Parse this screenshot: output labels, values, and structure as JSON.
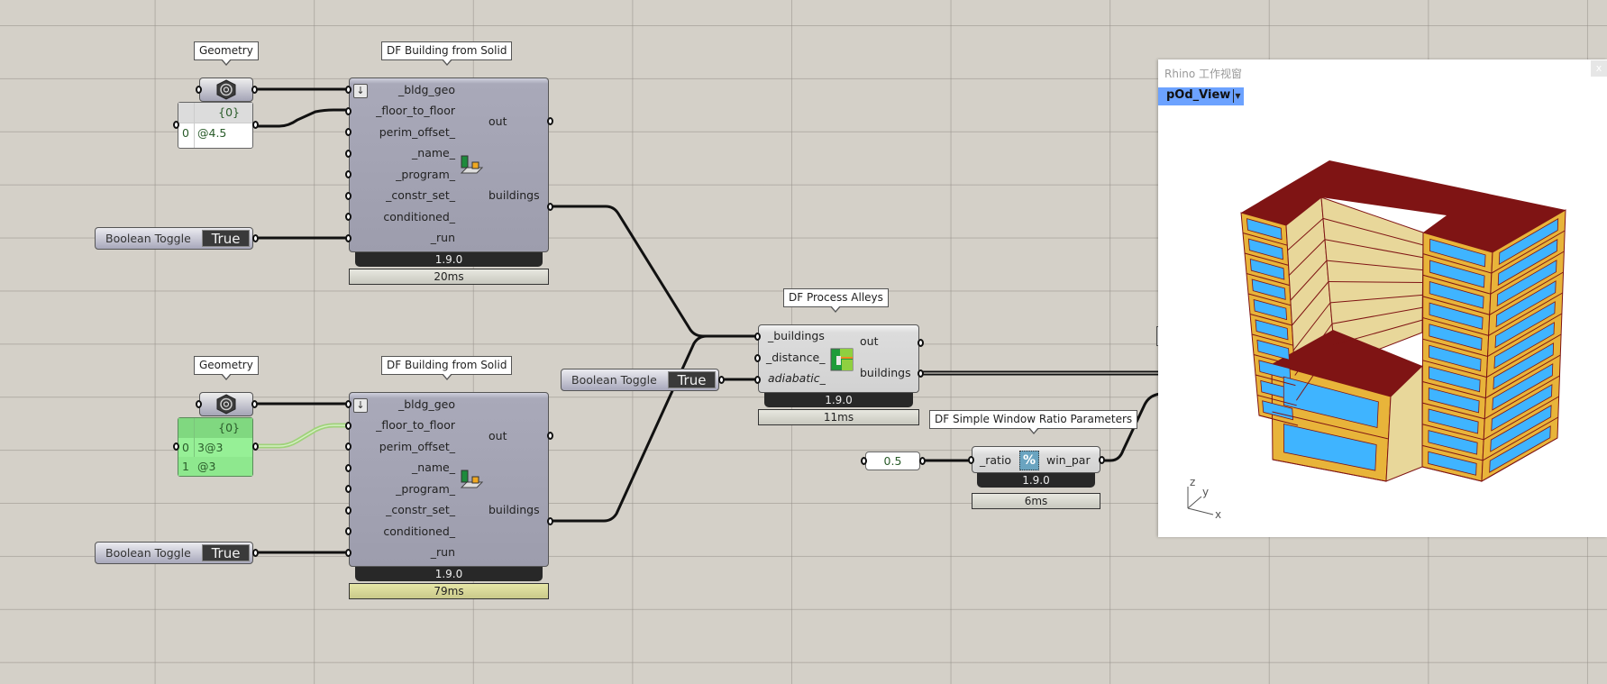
{
  "canvas": {
    "geometry_tooltip_1": "Geometry",
    "geometry_tooltip_2": "Geometry",
    "panel_1": {
      "header": "{0}",
      "rows": [
        {
          "index": "0",
          "value": "@4.5"
        }
      ]
    },
    "panel_2": {
      "header": "{0}",
      "rows": [
        {
          "index": "0",
          "value": "3@3"
        },
        {
          "index": "1",
          "value": "@3"
        }
      ]
    },
    "toggle_1": {
      "label": "Boolean Toggle",
      "value": "True"
    },
    "toggle_2": {
      "label": "Boolean Toggle",
      "value": "True"
    },
    "toggle_3": {
      "label": "Boolean Toggle",
      "value": "True"
    },
    "building_1": {
      "tooltip": "DF Building from Solid",
      "inputs": [
        "_bldg_geo",
        "_floor_to_floor",
        "perim_offset_",
        "_name_",
        "_program_",
        "_constr_set_",
        "conditioned_",
        "_run"
      ],
      "outputs": [
        "out",
        "buildings"
      ],
      "version": "1.9.0",
      "timer": "20ms"
    },
    "building_2": {
      "tooltip": "DF Building from Solid",
      "inputs": [
        "_bldg_geo",
        "_floor_to_floor",
        "perim_offset_",
        "_name_",
        "_program_",
        "_constr_set_",
        "conditioned_",
        "_run"
      ],
      "outputs": [
        "out",
        "buildings"
      ],
      "version": "1.9.0",
      "timer": "79ms"
    },
    "alleys": {
      "tooltip": "DF Process Alleys",
      "inputs": [
        "_buildings",
        "_distance_",
        "adiabatic_"
      ],
      "outputs": [
        "out",
        "buildings"
      ],
      "version": "1.9.0",
      "timer": "11ms"
    },
    "window_ratio": {
      "tooltip": "DF Simple Window Ratio Parameters",
      "input": "_ratio",
      "output": "win_par",
      "version": "1.9.0",
      "timer": "6ms"
    },
    "ratio_panel": "0.5"
  },
  "rhino_viewport": {
    "title": "Rhino 工作视窗",
    "view_name": "pOd_View",
    "close_label": "x",
    "axes": {
      "z": "z",
      "y": "y",
      "x": "x"
    }
  },
  "colors": {
    "canvas": "#d4d0c8",
    "roof": "#7f1414",
    "wall": "#e8b43a",
    "interior_wall": "#e8d79a",
    "window": "#3fb4ff",
    "view_tab": "#6ca2ff"
  }
}
